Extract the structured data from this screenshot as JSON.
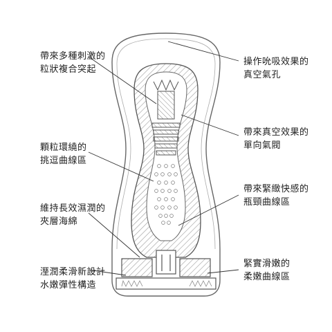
{
  "labels": {
    "left": [
      {
        "id": "texture-particles",
        "lines": [
          "帶來多種刺激的",
          "粒狀複合突起"
        ]
      },
      {
        "id": "ring-curve",
        "lines": [
          "顆粒環繞的",
          "挑逗曲線區"
        ]
      },
      {
        "id": "sponge",
        "lines": [
          "維持長效濕潤的",
          "夾層海綿"
        ]
      },
      {
        "id": "soft-structure",
        "lines": [
          "溼潤柔滑新設計",
          "水嫩彈性構造"
        ]
      }
    ],
    "right": [
      {
        "id": "vacuum-hole",
        "lines": [
          "操作吮吸效果的",
          "真空氣孔"
        ]
      },
      {
        "id": "one-way-valve",
        "lines": [
          "帶來真空效果的",
          "單向氣閥"
        ]
      },
      {
        "id": "bottleneck-curve",
        "lines": [
          "帶來緊緻快感的",
          "瓶頸曲線區"
        ]
      },
      {
        "id": "tender-curve",
        "lines": [
          "緊實滑嫩的",
          "柔嫩曲線區"
        ]
      }
    ]
  },
  "colors": {
    "outline": "#555555",
    "hatch": "#9a9a9a",
    "leader": "#333333",
    "text": "#222222"
  }
}
